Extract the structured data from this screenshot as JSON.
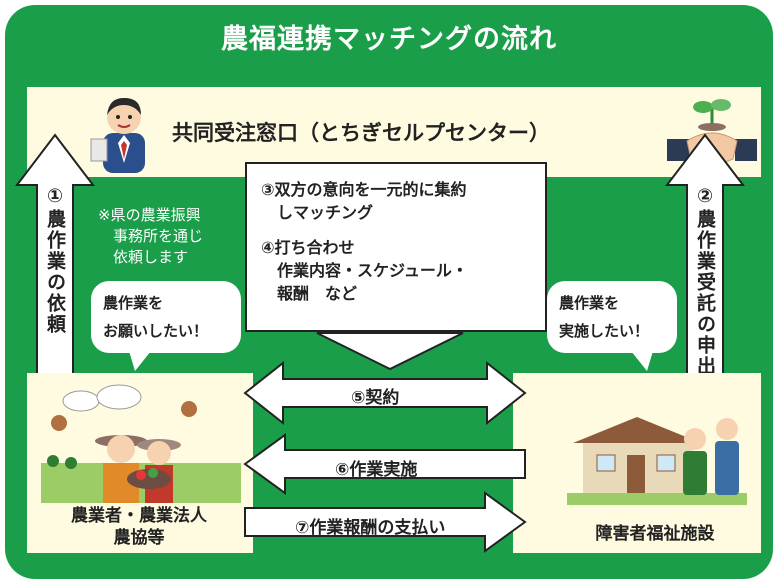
{
  "title": "農福連携マッチングの流れ",
  "center_org": "共同受注窓口（とちぎセルプセンター）",
  "step1": "①農作業の依頼",
  "step2": "②農作業受託の申出",
  "note": "※県の農業振興\n　事務所を通じ\n　依頼します",
  "bubble_left": "農作業を\nお願いしたい！",
  "bubble_right": "農作業を\n実施したい！",
  "step3": "③双方の意向を一元的に集約\n　しマッチング",
  "step4": "④打ち合わせ\n　作業内容・スケジュール・\n　報酬　など",
  "step5": "⑤契約",
  "step6": "⑥作業実施",
  "step7": "⑦作業報酬の支払い",
  "farmer_label": "農業者・農業法人\n農協等",
  "facility_label": "障害者福祉施設",
  "colors": {
    "frame": "#1a9e49",
    "panel": "#fffbe0",
    "title_text": "#ffffff"
  }
}
